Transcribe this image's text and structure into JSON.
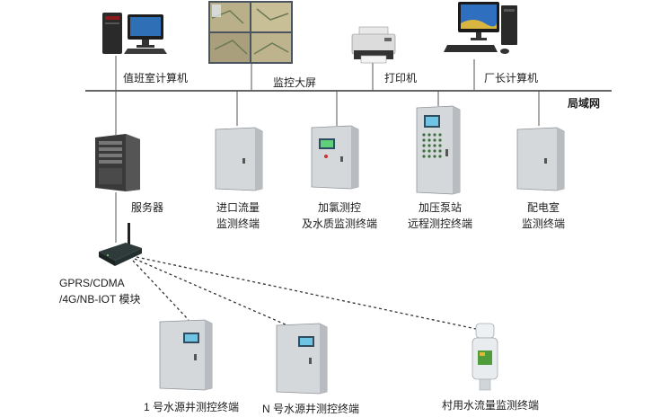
{
  "network": {
    "label": "局域网"
  },
  "top_devices": {
    "duty_pc": "值班室计算机",
    "big_screen": "监控大屏",
    "printer": "打印机",
    "director_pc": "厂长计算机"
  },
  "server": {
    "label": "服务器"
  },
  "cabinets": [
    {
      "line1": "进口流量",
      "line2": "监测终端"
    },
    {
      "line1": "加氯测控",
      "line2": "及水质监测终端"
    },
    {
      "line1": "加压泵站",
      "line2": "远程测控终端"
    },
    {
      "line1": "配电室",
      "line2": "监测终端"
    }
  ],
  "modem": {
    "line1": "GPRS/CDMA",
    "line2": "/4G/NB-IOT 模块"
  },
  "remote": {
    "well1": "1 号水源井测控终端",
    "wellN": "N 号水源井测控终端",
    "village": "村用水流量监测终端"
  }
}
